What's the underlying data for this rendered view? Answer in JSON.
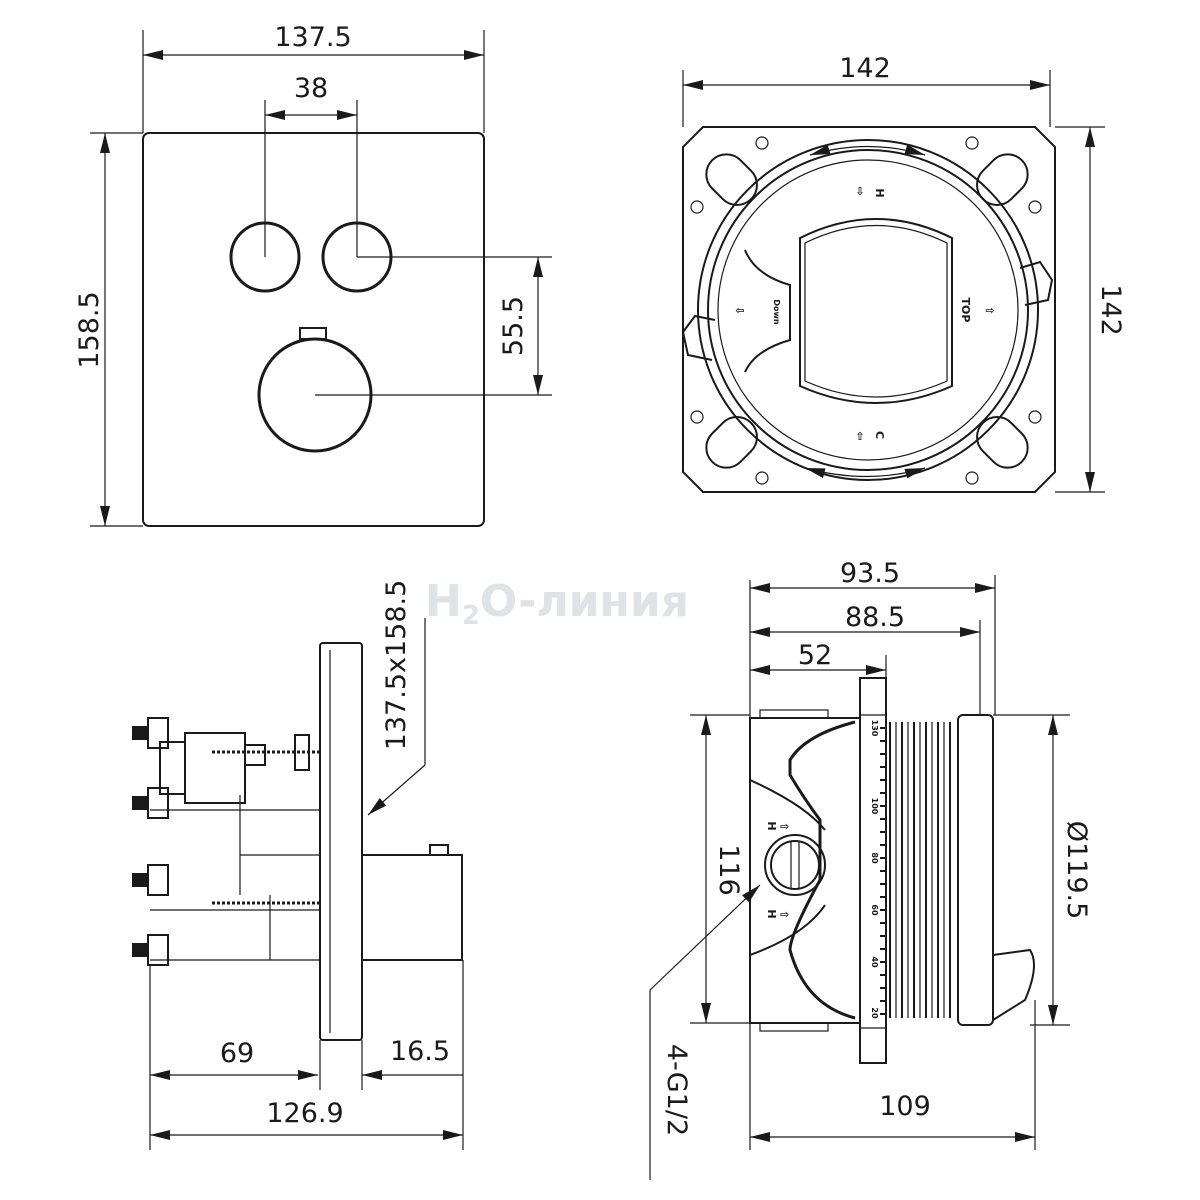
{
  "watermark": {
    "main": "H",
    "sub": "2",
    "rest": "O-линия"
  },
  "front_view": {
    "width": "137.5",
    "button_spacing": "38",
    "height": "158.5",
    "knob_offset": "55.5"
  },
  "mount_view": {
    "width": "142",
    "height": "142",
    "label_h": "H",
    "label_c": "C",
    "label_top": "TOP",
    "label_down": "Down"
  },
  "side_view": {
    "plate_size": "137.5x158.5",
    "depth_69": "69",
    "depth_16_5": "16.5",
    "total": "126.9"
  },
  "body_view": {
    "d93_5": "93.5",
    "d88_5": "88.5",
    "d52": "52",
    "height": "116",
    "diameter": "Ø119.5",
    "length": "109",
    "connections": "4-G1/2",
    "label_h": "H",
    "scale": [
      "130",
      "100",
      "80",
      "60",
      "40",
      "20"
    ]
  }
}
